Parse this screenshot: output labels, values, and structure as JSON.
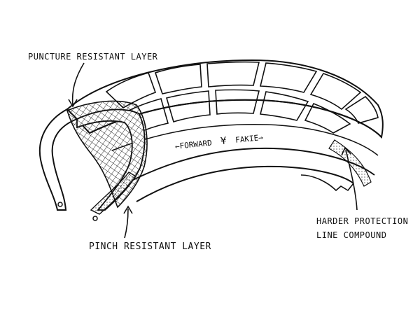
{
  "labels": {
    "puncture": "Puncture Resistant Layer",
    "pinch": "Pinch Resistant Layer",
    "harder_line1": "Harder Protection",
    "harder_line2": "Line Compound"
  },
  "sidewall": {
    "forward": "←FORWARD",
    "logo": "¥",
    "fakie": "FAKIE→"
  },
  "colors": {
    "ink": "#111111",
    "paper": "#ffffff"
  }
}
